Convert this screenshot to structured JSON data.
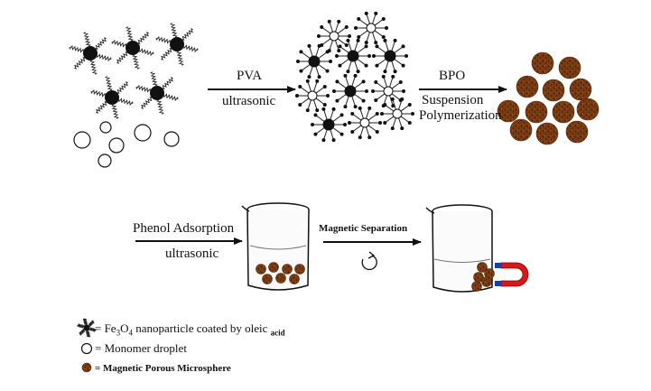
{
  "step1": {
    "above": "PVA",
    "below": "ultrasonic"
  },
  "step2": {
    "above": "BPO",
    "below_line1": "Suspension",
    "below_line2": "Polymerization"
  },
  "step3": {
    "above": "Phenol Adsorption",
    "below": "ultrasonic"
  },
  "step4": {
    "above": "Magnetic Separation"
  },
  "legend": {
    "items": [
      {
        "prefix": "= Fe",
        "sub1": "3",
        "mid": "O",
        "sub2": "4",
        "suffix": " nanoparticle coated by oleic ",
        "sub3": "acid"
      },
      {
        "text": "= Monomer droplet"
      },
      {
        "text": "= Magnetic Porous Microsphere"
      }
    ]
  },
  "colors": {
    "nanoparticle": "#111111",
    "microsphere": "#7a3b12",
    "microsphere_dot": "#3a1a06",
    "magnet_red": "#d81818",
    "magnet_blue": "#1a3fa8",
    "line": "#111111"
  },
  "icons": [
    "nanoparticle-icon",
    "monomer-droplet-icon",
    "microsphere-icon",
    "beaker-icon",
    "magnet-icon",
    "rotation-arrow-icon"
  ]
}
